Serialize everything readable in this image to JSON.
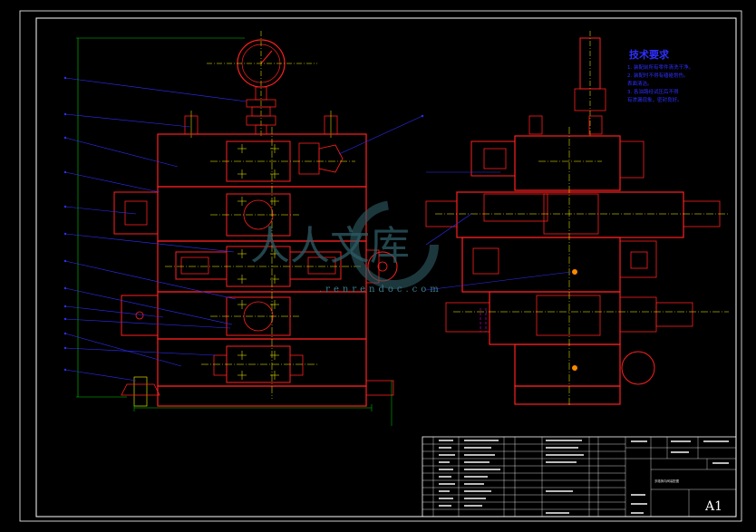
{
  "drawing": {
    "sheet_size": "A1",
    "watermark_cn": "人人文库",
    "watermark_url": ".renrendoc.com"
  },
  "tech_requirements": {
    "title": "技术要求",
    "lines": [
      "1. 装配前所有零件清洗干净。",
      "2. 装配时不得有磕碰划伤。",
      "   表面清洁。",
      "3. 各油路经试压后不得",
      "   有渗漏现象，密封良好。"
    ]
  },
  "title_block": {
    "drawing_name": "多路换向阀装配图",
    "sheet": "A1"
  },
  "colors": {
    "background": "#000000",
    "outline": "#ff2020",
    "frame": "#ffffff",
    "centerline": "#ffff00",
    "leader": "#2f2fff",
    "dimension": "#00d000",
    "hidden": "#ff00ff",
    "watermark": "#2e5d66"
  }
}
